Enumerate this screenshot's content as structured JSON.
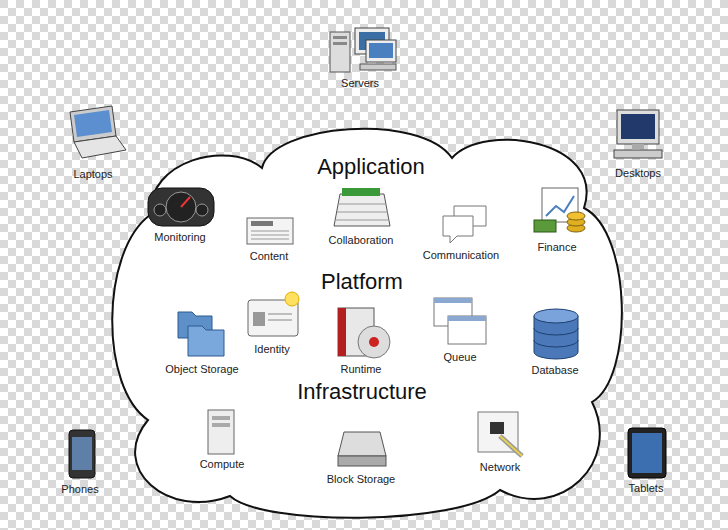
{
  "diagram": {
    "nodes": [
      {
        "text": [
          "Application",
          "Platform",
          "Infrastructure"
        ]
      }
    ],
    "labels": [
      "Servers",
      "Laptops",
      "Desktops",
      "Monitoring",
      "Content",
      "Collaboration",
      "Communication",
      "Finance",
      "Object Storage",
      "Identity",
      "Runtime",
      "Queue",
      "Database",
      "Compute",
      "Block Storage",
      "Network",
      "Phones",
      "Tablets"
    ]
  }
}
